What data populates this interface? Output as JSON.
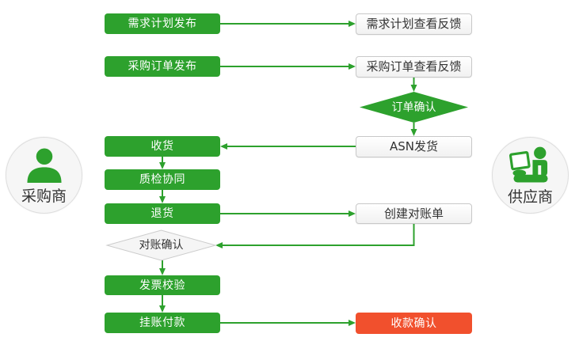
{
  "colors": {
    "green": "#2da12d",
    "red": "#f1502d",
    "white_box_border": "#c8c8c8",
    "white_box_text": "#333333",
    "diamond_fill": "#f5f5f5",
    "diamond_border": "#cccccc",
    "circle_fill": "#f6f6f6",
    "circle_border": "#dedede",
    "actor_text": "#333333"
  },
  "actors": {
    "buyer": {
      "label": "采购商",
      "icon": "person-icon"
    },
    "supplier": {
      "label": "供应商",
      "icon": "person-laptop-icon"
    }
  },
  "nodes": {
    "demand_plan_publish": {
      "label": "需求计划发布",
      "type": "process-green"
    },
    "demand_plan_feedback": {
      "label": "需求计划查看反馈",
      "type": "process-white"
    },
    "purchase_order_publish": {
      "label": "采购订单发布",
      "type": "process-green"
    },
    "purchase_order_feedback": {
      "label": "采购订单查看反馈",
      "type": "process-white"
    },
    "order_confirm": {
      "label": "订单确认",
      "type": "decision-green"
    },
    "receive_goods": {
      "label": "收货",
      "type": "process-green"
    },
    "asn_delivery": {
      "label": "ASN发货",
      "type": "process-white"
    },
    "quality_collaboration": {
      "label": "质检协同",
      "type": "process-green"
    },
    "return_goods": {
      "label": "退货",
      "type": "process-green"
    },
    "create_statement": {
      "label": "创建对账单",
      "type": "process-white"
    },
    "statement_confirm": {
      "label": "对账确认",
      "type": "decision-light"
    },
    "invoice_verification": {
      "label": "发票校验",
      "type": "process-green"
    },
    "pending_payment": {
      "label": "挂账付款",
      "type": "process-green"
    },
    "receipt_confirm": {
      "label": "收款确认",
      "type": "process-red"
    }
  }
}
